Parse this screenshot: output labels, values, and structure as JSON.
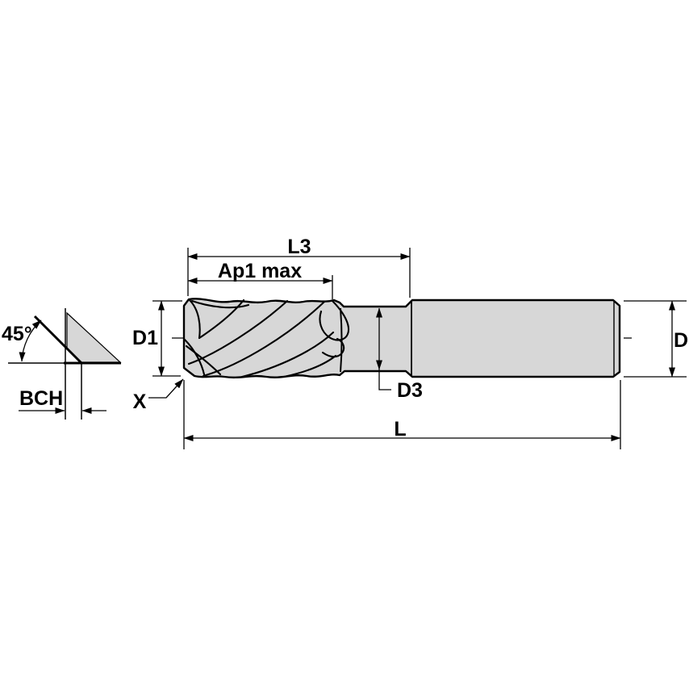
{
  "drawing": {
    "type": "end-mill-dimension-drawing",
    "colors": {
      "background": "#ffffff",
      "line": "#000000",
      "tool_fill": "#d7d7d7"
    },
    "detail_view": {
      "chamfer_angle_label": "45°",
      "chamfer_width_label": "BCH"
    },
    "main_view": {
      "corner_callout_label": "X",
      "cutting_diameter_label": "D1",
      "flute_length_label": "Ap1 max",
      "length_to_shoulder_label": "L3",
      "neck_diameter_label": "D3",
      "shank_diameter_label": "D",
      "overall_length_label": "L"
    }
  }
}
